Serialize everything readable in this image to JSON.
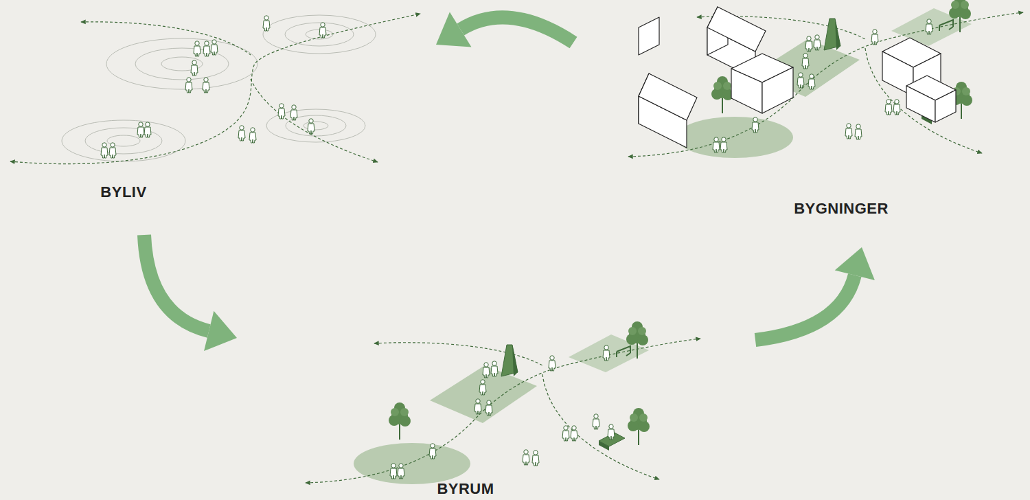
{
  "diagram": {
    "nodes": [
      {
        "text": [
          "BYLIV"
        ]
      },
      {
        "text": [
          "BYRUM"
        ]
      },
      {
        "text": [
          "BYGNINGER"
        ]
      }
    ],
    "edges": [
      {
        "from": 0,
        "to": 1,
        "arrow": "to"
      },
      {
        "from": 1,
        "to": 2,
        "arrow": "to"
      },
      {
        "from": 2,
        "to": 0,
        "arrow": "to"
      }
    ]
  }
}
